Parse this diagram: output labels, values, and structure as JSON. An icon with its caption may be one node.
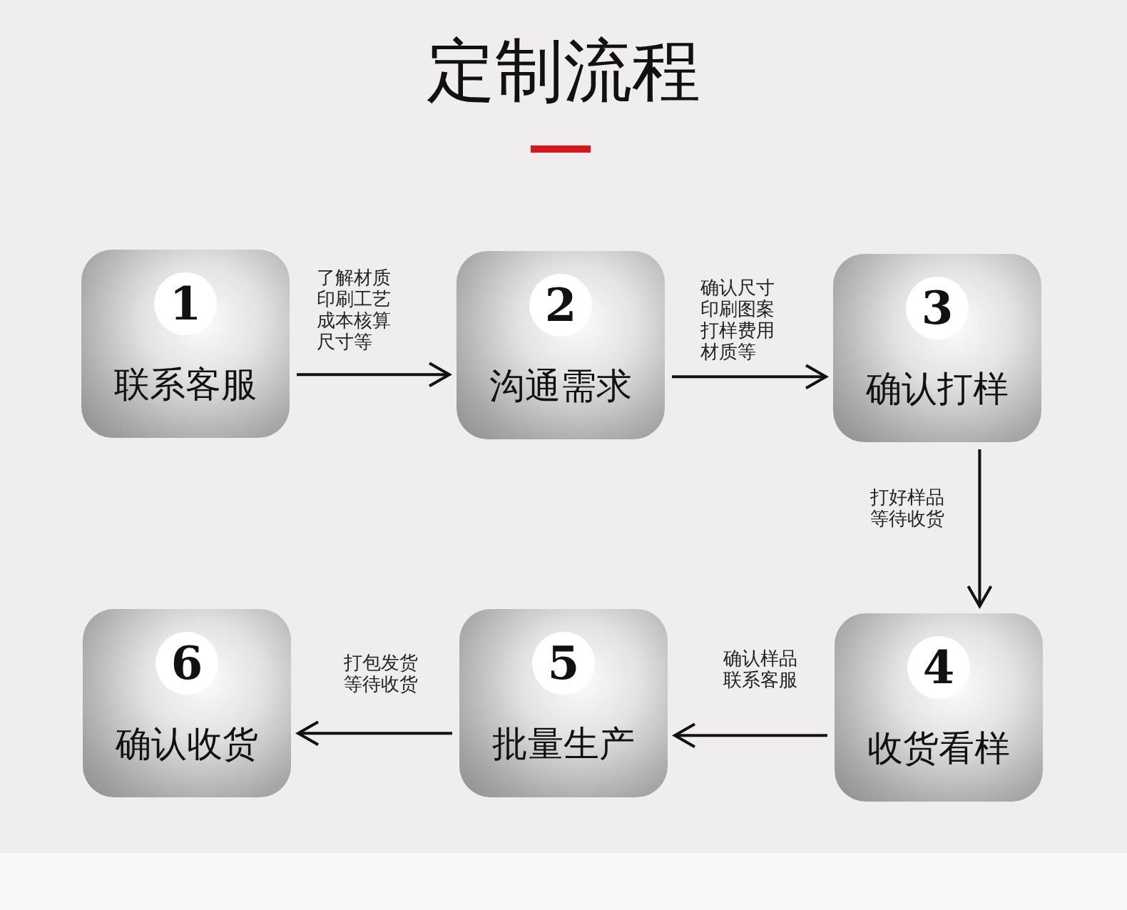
{
  "diagram": {
    "title": "定制流程",
    "nodes": [
      {
        "text": [
          "1",
          "联系客服"
        ]
      },
      {
        "text": [
          "2",
          "沟通需求"
        ]
      },
      {
        "text": [
          "3",
          "确认打样"
        ]
      },
      {
        "text": [
          "4",
          "收货看样"
        ]
      },
      {
        "text": [
          "5",
          "批量生产"
        ]
      },
      {
        "text": [
          "6",
          "确认收货"
        ]
      }
    ],
    "edges": [
      {
        "from": 0,
        "to": 1,
        "arrow": "to",
        "label": "了解材质印刷工艺成本核算尺寸等"
      },
      {
        "from": 1,
        "to": 2,
        "arrow": "to",
        "label": "确认尺寸印刷图案打样费用材质等"
      },
      {
        "from": 2,
        "to": 3,
        "arrow": "to",
        "label": "打好样品等待收货"
      },
      {
        "from": 3,
        "to": 4,
        "arrow": "to",
        "label": "确认样品联系客服"
      },
      {
        "from": 4,
        "to": 5,
        "arrow": "to",
        "label": "打包发货等待收货"
      }
    ]
  }
}
